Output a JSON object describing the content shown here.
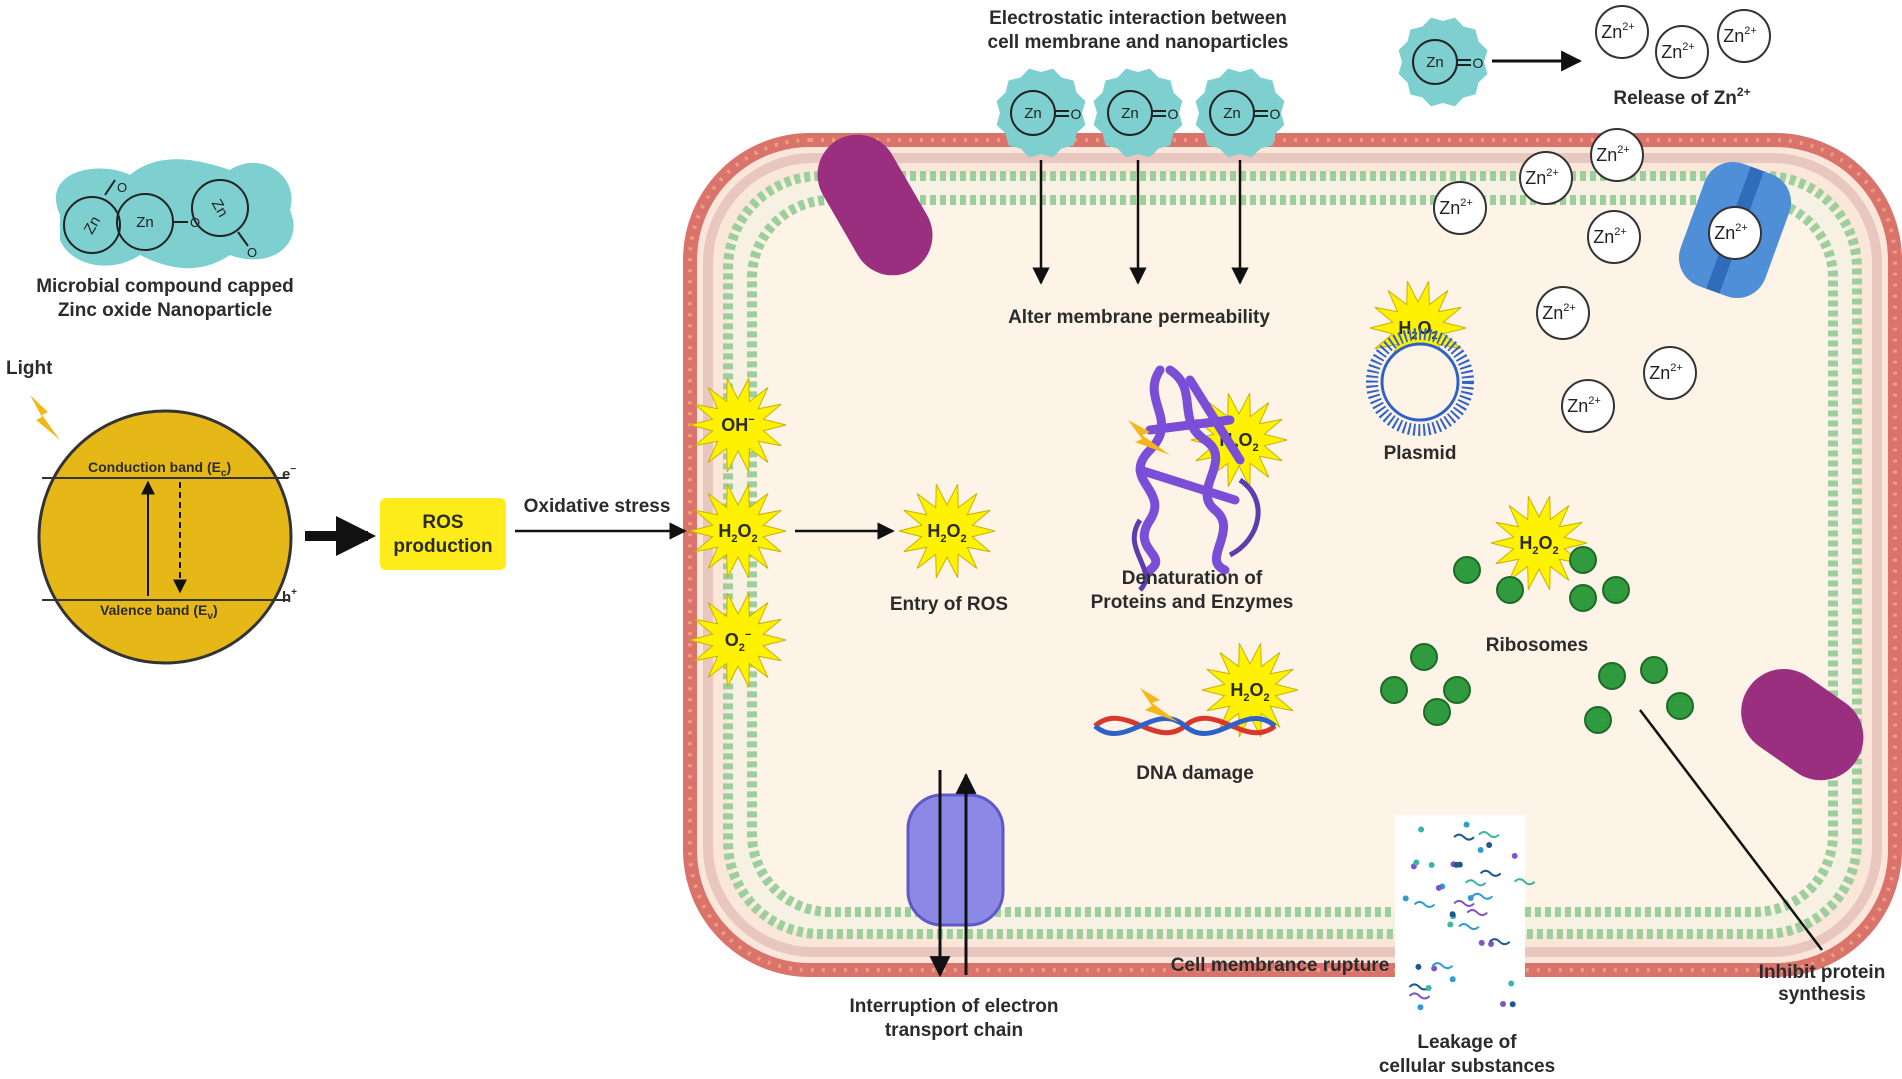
{
  "np_label": [
    "Microbial compound capped",
    "Zinc oxide Nanoparticle"
  ],
  "light": "Light",
  "band": {
    "conduction": "Conduction band (E",
    "conduction_sub": "c",
    "valence": "Valence band (E",
    "valence_sub": "v",
    "electron": "e",
    "electron_sup": "−",
    "hole": "h",
    "hole_sup": "+"
  },
  "ros_box": [
    "ROS",
    "production"
  ],
  "oxidative_stress": "Oxidative stress",
  "radicals": {
    "oh": "OH",
    "oh_sup": "−",
    "h2o2_main": "H",
    "h2o2_sub": "2",
    "h2o2_o": "O",
    "h2o2_sub2": "2",
    "o2": "O",
    "o2_sub": "2",
    "o2_sup": "−"
  },
  "entry_ros": "Entry of ROS",
  "electrostatic": [
    "Electrostatic interaction between",
    "cell membrane and nanoparticles"
  ],
  "alter_membrane": "Alter membrane permeability",
  "release_zn": "Release of Zn",
  "release_zn_sup": "2+",
  "zn": "Zn",
  "zn_sup": "2+",
  "zno_zn": "Zn",
  "zno_o": "O",
  "plasmid": "Plasmid",
  "denaturation": [
    "Denaturation of",
    "Proteins and Enzymes"
  ],
  "ribosomes": "Ribosomes",
  "dna_damage": "DNA damage",
  "etc": [
    "Interruption of electron",
    "transport chain"
  ],
  "rupture": "Cell membrance rupture",
  "leakage": [
    "Leakage of",
    "cellular substances"
  ],
  "inhibit": [
    "Inhibit protein",
    "synthesis"
  ],
  "colors": {
    "nanoparticle": "#7ecfcf",
    "band_gap": "#e6b817",
    "ros_box": "#ffec1a",
    "burst": "#fff200",
    "cytoplasm": "#fdf3e6",
    "membrane_outer": "#d9736b",
    "membrane_inner": "#9dcf9c",
    "porin": "#9a2f7f",
    "channel": "#4f8fd8",
    "etc_protein": "#8c89e6",
    "ribosome": "#2f9a3e"
  }
}
